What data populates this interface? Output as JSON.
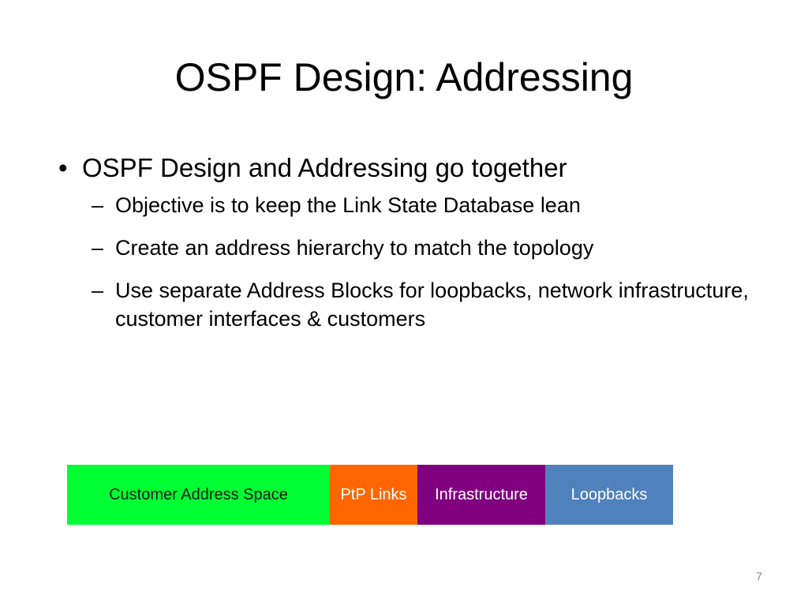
{
  "slide": {
    "title": "OSPF Design: Addressing",
    "bullet_marker": "•",
    "sub_marker": "–",
    "bullet": "OSPF Design and Addressing go together",
    "sub_bullets": [
      "Objective is to keep the Link State Database lean",
      "Create an address hierarchy to match the topology",
      "Use separate Address Blocks for loopbacks, network infrastructure, customer interfaces & customers"
    ],
    "address_blocks": [
      {
        "label": "Customer Address Space",
        "color": "#00ff33",
        "text_color": "#1a1a1a"
      },
      {
        "label": "PtP Links",
        "color": "#ff6600",
        "text_color": "#ffffff"
      },
      {
        "label": "Infrastructure",
        "color": "#800080",
        "text_color": "#ffffff"
      },
      {
        "label": "Loopbacks",
        "color": "#4f81bd",
        "text_color": "#ffffff"
      }
    ],
    "page_number": "7"
  }
}
